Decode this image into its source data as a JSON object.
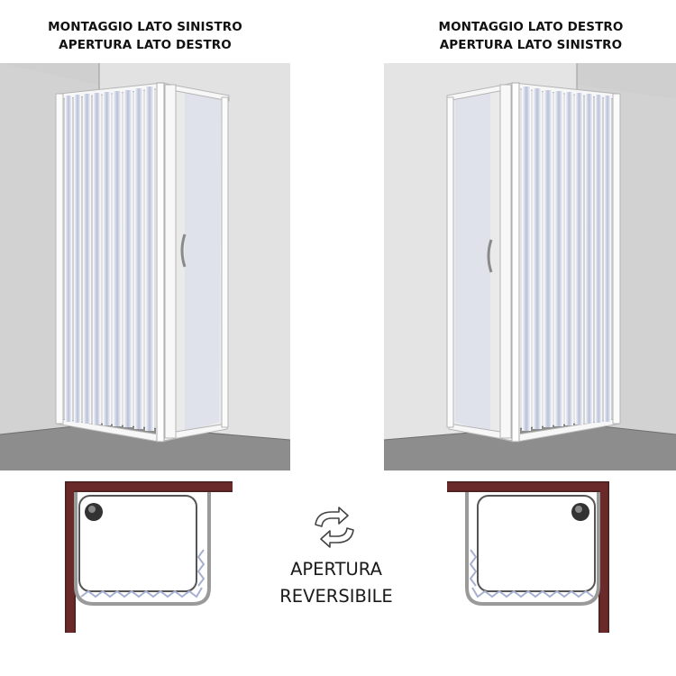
{
  "left_option": {
    "mounting": "MONTAGGIO LATO SINISTRO",
    "opening": "APERTURA LATO DESTRO"
  },
  "right_option": {
    "mounting": "MONTAGGIO LATO DESTRO",
    "opening": "APERTURA LATO SINISTRO"
  },
  "reversible": {
    "line1": "APERTURA",
    "line2": "REVERSIBILE",
    "icon": "reverse-arrows-icon"
  },
  "colors": {
    "wall": "#dcdcdc",
    "floor": "#8c8c8c",
    "frame": "#f4f4f4",
    "pleat_blue": "#c9cfe3",
    "plan_wall": "#6b2a2a",
    "tray_outline": "#9a9a9a"
  }
}
